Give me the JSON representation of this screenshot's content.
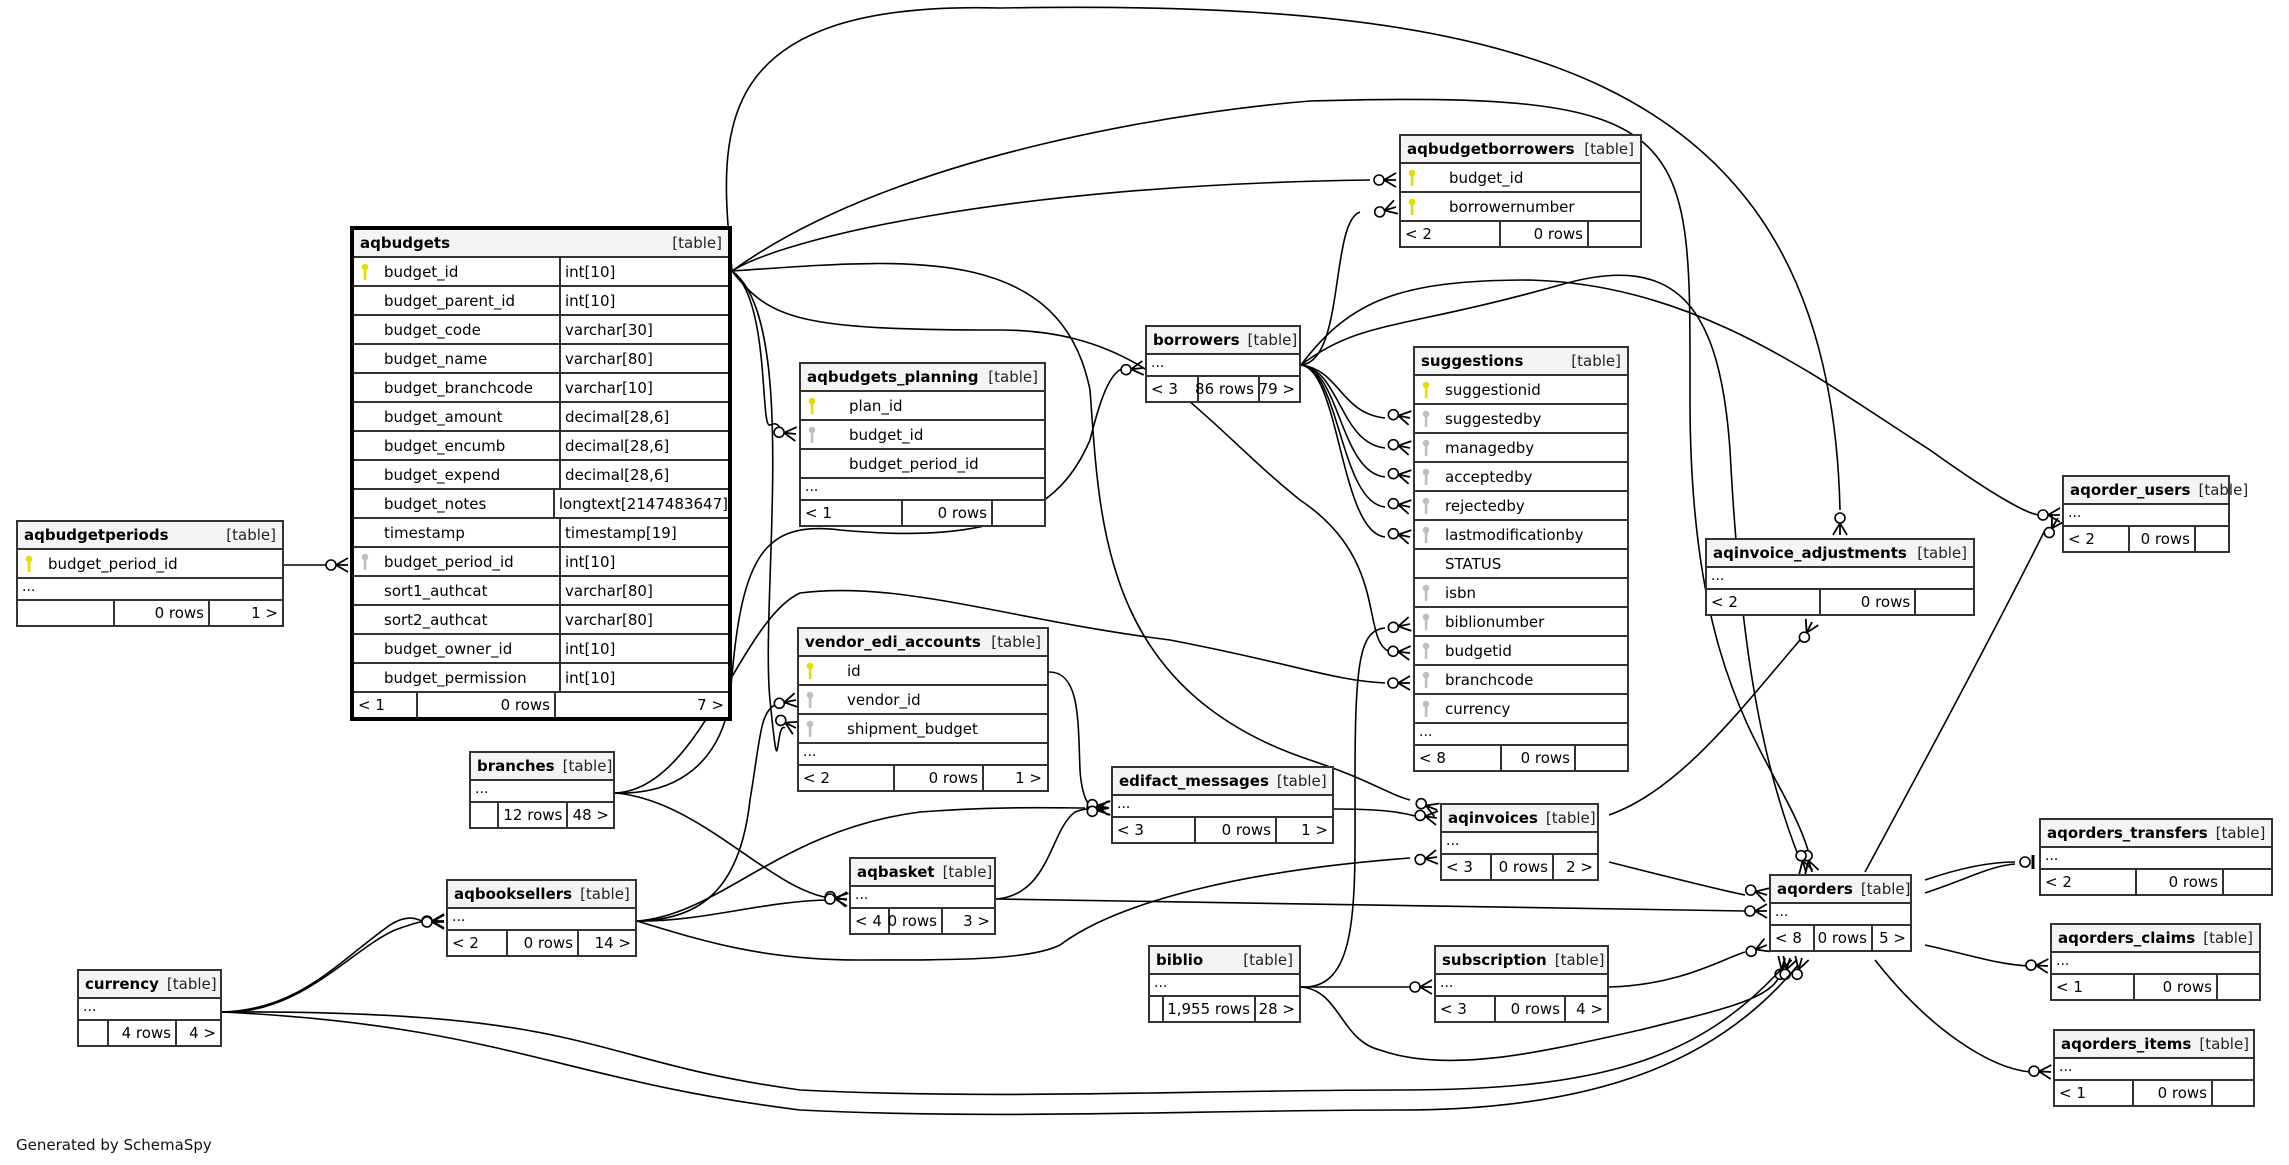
{
  "diagram": {
    "footer": "Generated by SchemaSpy",
    "key_colors": {
      "primary": "#e0e000",
      "foreign": "#bfbfbf"
    },
    "tables": [
      {
        "id": "aqbudgets",
        "name": "aqbudgets",
        "kind": "[table]",
        "focus": true,
        "columns": [
          {
            "name": "budget_id",
            "type": "int[10]",
            "key": "primary"
          },
          {
            "name": "budget_parent_id",
            "type": "int[10]",
            "key": ""
          },
          {
            "name": "budget_code",
            "type": "varchar[30]",
            "key": ""
          },
          {
            "name": "budget_name",
            "type": "varchar[80]",
            "key": ""
          },
          {
            "name": "budget_branchcode",
            "type": "varchar[10]",
            "key": ""
          },
          {
            "name": "budget_amount",
            "type": "decimal[28,6]",
            "key": ""
          },
          {
            "name": "budget_encumb",
            "type": "decimal[28,6]",
            "key": ""
          },
          {
            "name": "budget_expend",
            "type": "decimal[28,6]",
            "key": ""
          },
          {
            "name": "budget_notes",
            "type": "longtext[2147483647]",
            "key": ""
          },
          {
            "name": "timestamp",
            "type": "timestamp[19]",
            "key": ""
          },
          {
            "name": "budget_period_id",
            "type": "int[10]",
            "key": "foreign"
          },
          {
            "name": "sort1_authcat",
            "type": "varchar[80]",
            "key": ""
          },
          {
            "name": "sort2_authcat",
            "type": "varchar[80]",
            "key": ""
          },
          {
            "name": "budget_owner_id",
            "type": "int[10]",
            "key": ""
          },
          {
            "name": "budget_permission",
            "type": "int[10]",
            "key": ""
          }
        ],
        "more": "",
        "footer": {
          "parents": "< 1",
          "rows": "0 rows",
          "children": "7 >"
        }
      },
      {
        "id": "aqbudgetperiods",
        "name": "aqbudgetperiods",
        "kind": "[table]",
        "columns": [
          {
            "name": "budget_period_id",
            "type": "",
            "key": "primary"
          }
        ],
        "more": "...",
        "footer": {
          "parents": "",
          "rows": "0 rows",
          "children": "1 >"
        }
      },
      {
        "id": "aqbudgets_planning",
        "name": "aqbudgets_planning",
        "kind": "[table]",
        "columns": [
          {
            "name": "plan_id",
            "type": "",
            "key": "primary"
          },
          {
            "name": "budget_id",
            "type": "",
            "key": "foreign"
          },
          {
            "name": "budget_period_id",
            "type": "",
            "key": ""
          }
        ],
        "more": "...",
        "footer": {
          "parents": "< 1",
          "rows": "0 rows",
          "children": ""
        }
      },
      {
        "id": "vendor_edi_accounts",
        "name": "vendor_edi_accounts",
        "kind": "[table]",
        "columns": [
          {
            "name": "id",
            "type": "",
            "key": "primary"
          },
          {
            "name": "vendor_id",
            "type": "",
            "key": "foreign"
          },
          {
            "name": "shipment_budget",
            "type": "",
            "key": "foreign"
          }
        ],
        "more": "...",
        "footer": {
          "parents": "< 2",
          "rows": "0 rows",
          "children": "1 >"
        }
      },
      {
        "id": "aqbudgetborrowers",
        "name": "aqbudgetborrowers",
        "kind": "[table]",
        "columns": [
          {
            "name": "budget_id",
            "type": "",
            "key": "primary"
          },
          {
            "name": "borrowernumber",
            "type": "",
            "key": "primary"
          }
        ],
        "more": "",
        "footer": {
          "parents": "< 2",
          "rows": "0 rows",
          "children": ""
        }
      },
      {
        "id": "borrowers",
        "name": "borrowers",
        "kind": "[table]",
        "columns": [],
        "more": "...",
        "footer": {
          "parents": "< 3",
          "rows": "86 rows",
          "children": "79 >"
        }
      },
      {
        "id": "suggestions",
        "name": "suggestions",
        "kind": "[table]",
        "columns": [
          {
            "name": "suggestionid",
            "type": "",
            "key": "primary"
          },
          {
            "name": "suggestedby",
            "type": "",
            "key": "foreign"
          },
          {
            "name": "managedby",
            "type": "",
            "key": "foreign"
          },
          {
            "name": "acceptedby",
            "type": "",
            "key": "foreign"
          },
          {
            "name": "rejectedby",
            "type": "",
            "key": "foreign"
          },
          {
            "name": "lastmodificationby",
            "type": "",
            "key": "foreign"
          },
          {
            "name": "STATUS",
            "type": "",
            "key": ""
          },
          {
            "name": "isbn",
            "type": "",
            "key": "foreign"
          },
          {
            "name": "biblionumber",
            "type": "",
            "key": "foreign"
          },
          {
            "name": "budgetid",
            "type": "",
            "key": "foreign"
          },
          {
            "name": "branchcode",
            "type": "",
            "key": "foreign"
          },
          {
            "name": "currency",
            "type": "",
            "key": "foreign"
          }
        ],
        "more": "...",
        "footer": {
          "parents": "< 8",
          "rows": "0 rows",
          "children": ""
        }
      },
      {
        "id": "aqinvoice_adjustments",
        "name": "aqinvoice_adjustments",
        "kind": "[table]",
        "columns": [],
        "more": "...",
        "footer": {
          "parents": "< 2",
          "rows": "0 rows",
          "children": ""
        }
      },
      {
        "id": "aqorder_users",
        "name": "aqorder_users",
        "kind": "[table]",
        "columns": [],
        "more": "...",
        "footer": {
          "parents": "< 2",
          "rows": "0 rows",
          "children": ""
        }
      },
      {
        "id": "branches",
        "name": "branches",
        "kind": "[table]",
        "columns": [],
        "more": "...",
        "footer": {
          "parents": "",
          "rows": "12 rows",
          "children": "48 >"
        }
      },
      {
        "id": "edifact_messages",
        "name": "edifact_messages",
        "kind": "[table]",
        "columns": [],
        "more": "...",
        "footer": {
          "parents": "< 3",
          "rows": "0 rows",
          "children": "1 >"
        }
      },
      {
        "id": "aqinvoices",
        "name": "aqinvoices",
        "kind": "[table]",
        "columns": [],
        "more": "...",
        "footer": {
          "parents": "< 3",
          "rows": "0 rows",
          "children": "2 >"
        }
      },
      {
        "id": "aqbasket",
        "name": "aqbasket",
        "kind": "[table]",
        "columns": [],
        "more": "...",
        "footer": {
          "parents": "< 4",
          "rows": "0 rows",
          "children": "3 >"
        }
      },
      {
        "id": "aqbooksellers",
        "name": "aqbooksellers",
        "kind": "[table]",
        "columns": [],
        "more": "...",
        "footer": {
          "parents": "< 2",
          "rows": "0 rows",
          "children": "14 >"
        }
      },
      {
        "id": "aqorders",
        "name": "aqorders",
        "kind": "[table]",
        "columns": [],
        "more": "...",
        "footer": {
          "parents": "< 8",
          "rows": "0 rows",
          "children": "5 >"
        }
      },
      {
        "id": "aqorders_transfers",
        "name": "aqorders_transfers",
        "kind": "[table]",
        "columns": [],
        "more": "...",
        "footer": {
          "parents": "< 2",
          "rows": "0 rows",
          "children": ""
        }
      },
      {
        "id": "aqorders_claims",
        "name": "aqorders_claims",
        "kind": "[table]",
        "columns": [],
        "more": "...",
        "footer": {
          "parents": "< 1",
          "rows": "0 rows",
          "children": ""
        }
      },
      {
        "id": "aqorders_items",
        "name": "aqorders_items",
        "kind": "[table]",
        "columns": [],
        "more": "...",
        "footer": {
          "parents": "< 1",
          "rows": "0 rows",
          "children": ""
        }
      },
      {
        "id": "currency",
        "name": "currency",
        "kind": "[table]",
        "columns": [],
        "more": "...",
        "footer": {
          "parents": "",
          "rows": "4 rows",
          "children": "4 >"
        }
      },
      {
        "id": "biblio",
        "name": "biblio",
        "kind": "[table]",
        "columns": [],
        "more": "...",
        "footer": {
          "parents": "",
          "rows": "1,955 rows",
          "children": "28 >"
        }
      },
      {
        "id": "subscription",
        "name": "subscription",
        "kind": "[table]",
        "columns": [],
        "more": "...",
        "footer": {
          "parents": "< 3",
          "rows": "0 rows",
          "children": "4 >"
        }
      }
    ],
    "relationships": [
      {
        "from": "aqbudgetperiods.budget_period_id",
        "to": "aqbudgets.budget_period_id"
      },
      {
        "from": "aqbudgets.budget_id",
        "to": "aqbudgetborrowers.budget_id"
      },
      {
        "from": "aqbudgets.budget_id",
        "to": "aqbudgets_planning.budget_id"
      },
      {
        "from": "aqbudgets.budget_id",
        "to": "vendor_edi_accounts.shipment_budget"
      },
      {
        "from": "aqbudgets.budget_id",
        "to": "suggestions.budgetid"
      },
      {
        "from": "aqbudgets.budget_id",
        "to": "aqinvoice_adjustments"
      },
      {
        "from": "aqbudgets.budget_id",
        "to": "aqorders"
      },
      {
        "from": "aqbudgets.budget_id",
        "to": "aqinvoices"
      },
      {
        "from": "borrowers",
        "to": "aqbudgetborrowers.borrowernumber"
      },
      {
        "from": "borrowers",
        "to": "suggestions.suggestedby"
      },
      {
        "from": "borrowers",
        "to": "suggestions.managedby"
      },
      {
        "from": "borrowers",
        "to": "suggestions.acceptedby"
      },
      {
        "from": "borrowers",
        "to": "suggestions.rejectedby"
      },
      {
        "from": "borrowers",
        "to": "suggestions.lastmodificationby"
      },
      {
        "from": "borrowers",
        "to": "aqorder_users"
      },
      {
        "from": "borrowers",
        "to": "aqorders"
      },
      {
        "from": "branches",
        "to": "borrowers"
      },
      {
        "from": "branches",
        "to": "suggestions.branchcode"
      },
      {
        "from": "branches",
        "to": "aqbasket"
      },
      {
        "from": "aqbooksellers",
        "to": "vendor_edi_accounts.vendor_id"
      },
      {
        "from": "aqbooksellers",
        "to": "aqbasket"
      },
      {
        "from": "aqbooksellers",
        "to": "edifact_messages"
      },
      {
        "from": "aqbooksellers",
        "to": "aqinvoices"
      },
      {
        "from": "vendor_edi_accounts.id",
        "to": "edifact_messages"
      },
      {
        "from": "aqbasket",
        "to": "edifact_messages"
      },
      {
        "from": "aqbasket",
        "to": "aqorders"
      },
      {
        "from": "edifact_messages",
        "to": "aqinvoices"
      },
      {
        "from": "aqinvoices",
        "to": "aqinvoice_adjustments"
      },
      {
        "from": "aqinvoices",
        "to": "aqorders"
      },
      {
        "from": "biblio",
        "to": "suggestions.biblionumber"
      },
      {
        "from": "biblio",
        "to": "subscription"
      },
      {
        "from": "biblio",
        "to": "aqorders"
      },
      {
        "from": "subscription",
        "to": "aqorders"
      },
      {
        "from": "currency",
        "to": "aqbooksellers"
      },
      {
        "from": "currency",
        "to": "aqorders"
      },
      {
        "from": "aqorders",
        "to": "aqorder_users"
      },
      {
        "from": "aqorders",
        "to": "aqorders_transfers"
      },
      {
        "from": "aqorders",
        "to": "aqorders_claims"
      },
      {
        "from": "aqorders",
        "to": "aqorders_items"
      }
    ]
  }
}
